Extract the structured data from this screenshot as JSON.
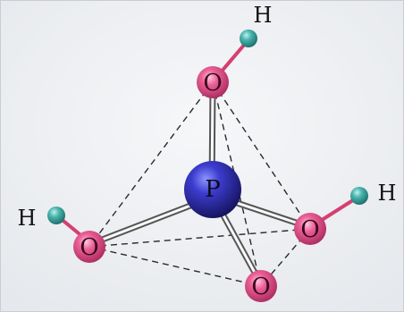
{
  "molecule": {
    "central_atom": {
      "symbol": "P"
    },
    "oxygens": [
      {
        "symbol": "O",
        "has_h": true
      },
      {
        "symbol": "O",
        "has_h": true
      },
      {
        "symbol": "O",
        "has_h": true
      },
      {
        "symbol": "O",
        "has_h": false
      }
    ],
    "hydrogens": [
      {
        "symbol": "H"
      },
      {
        "symbol": "H"
      },
      {
        "symbol": "H"
      }
    ]
  },
  "colors": {
    "phosphorus": "#2b2a9c",
    "oxygen": "#e0508a",
    "hydrogen": "#3ea7a3",
    "background": "#eef0f3"
  }
}
